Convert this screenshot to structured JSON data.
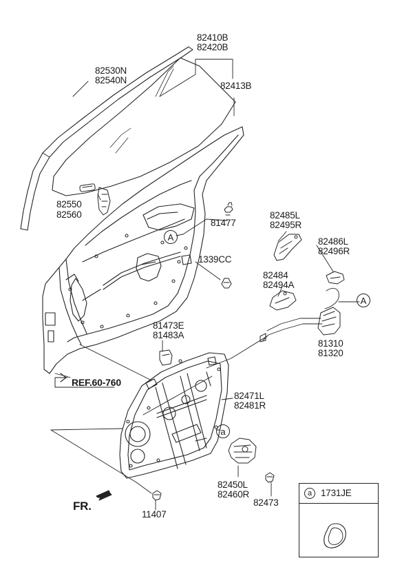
{
  "labels": {
    "p82410B": "82410B",
    "p82420B": "82420B",
    "p82413B": "82413B",
    "p82530N": "82530N",
    "p82540N": "82540N",
    "p82550": "82550",
    "p82560": "82560",
    "p81477": "81477",
    "p1339CC": "1339CC",
    "p82485L": "82485L",
    "p82495R": "82495R",
    "p82486L": "82486L",
    "p82496R": "82496R",
    "p82484": "82484",
    "p82494A": "82494A",
    "p81473E": "81473E",
    "p81483A": "81483A",
    "p81310": "81310",
    "p81320": "81320",
    "p82471L": "82471L",
    "p82481R": "82481R",
    "p82450L": "82450L",
    "p82460R": "82460R",
    "p82473": "82473",
    "p11407": "11407"
  },
  "ref_label": "REF.60-760",
  "direction_label": "FR.",
  "callouts": {
    "upper_A": "A",
    "lower_A": "A",
    "lower_a": "a"
  },
  "legend": {
    "letter": "a",
    "part": "1731JE"
  }
}
